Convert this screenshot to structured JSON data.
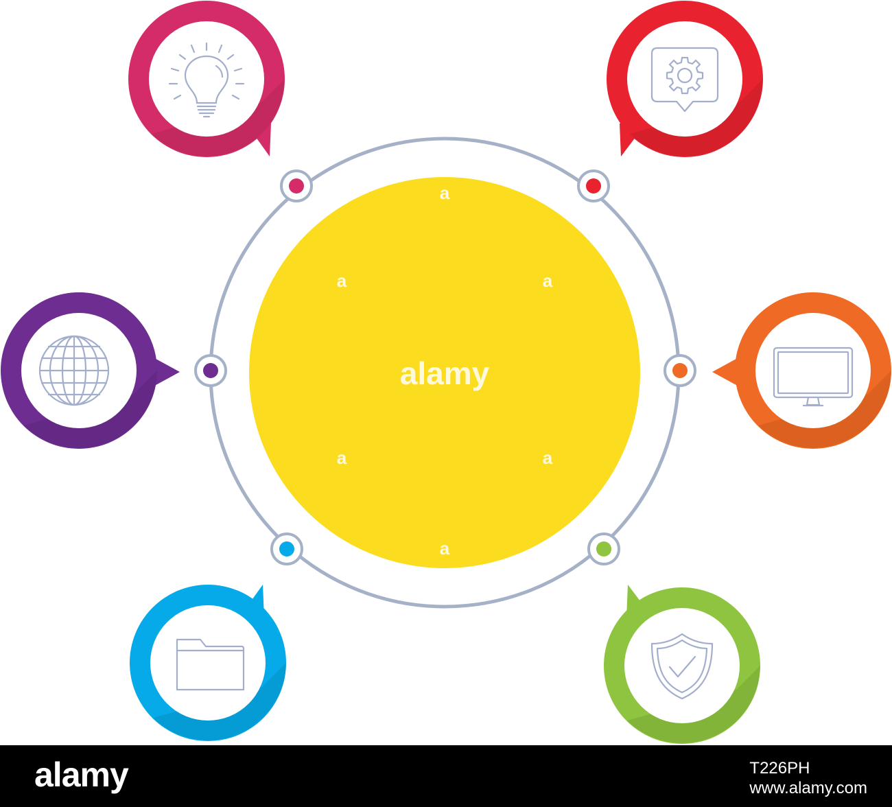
{
  "diagram": {
    "center_color": "#fcdc1f",
    "ring_color": "#a4b1c7",
    "icon_stroke_color": "#a2aecb",
    "nodes": [
      {
        "id": "lightbulb",
        "icon": "lightbulb-icon",
        "color": "#d42c68"
      },
      {
        "id": "gear",
        "icon": "gear-icon",
        "color": "#e8222f"
      },
      {
        "id": "globe",
        "icon": "globe-icon",
        "color": "#6d2d91"
      },
      {
        "id": "monitor",
        "icon": "monitor-icon",
        "color": "#ef6a24"
      },
      {
        "id": "folder",
        "icon": "folder-icon",
        "color": "#06aae8"
      },
      {
        "id": "shield",
        "icon": "shield-check-icon",
        "color": "#8ec43f"
      }
    ]
  },
  "watermark": {
    "center": "alamy",
    "small": "a"
  },
  "footer": {
    "logo": "alamy",
    "image_id": "T226PH",
    "url": "www.alamy.com"
  }
}
